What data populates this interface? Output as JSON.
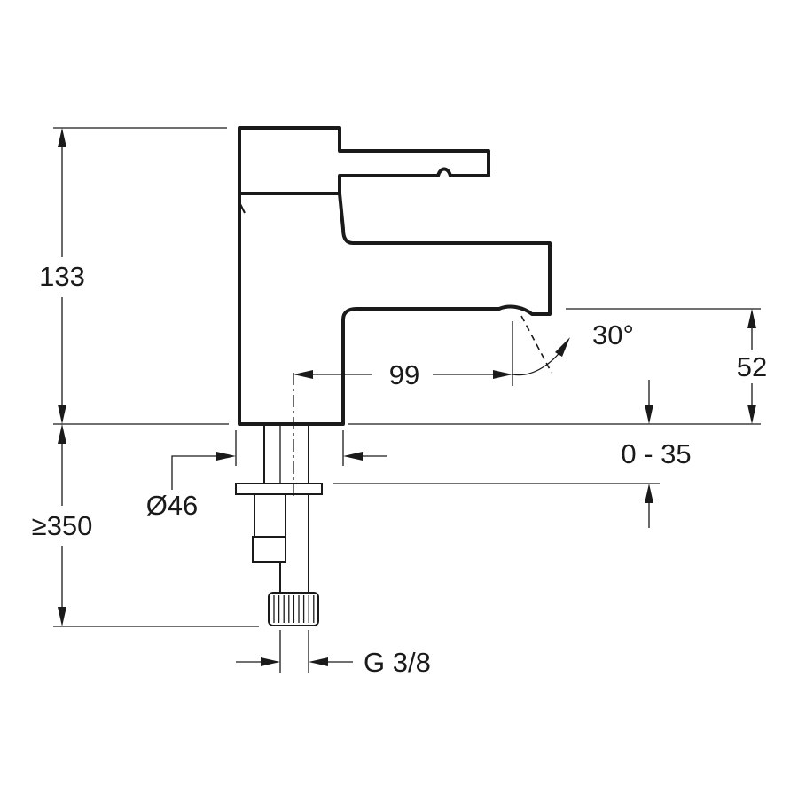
{
  "dimensions": {
    "height_total": "133",
    "reach": "99",
    "spout_height": "52",
    "angle": "30°",
    "deck_thickness": "0 - 35",
    "base_diameter": "Ø46",
    "hose_length": "≥350",
    "connection": "G 3/8"
  }
}
